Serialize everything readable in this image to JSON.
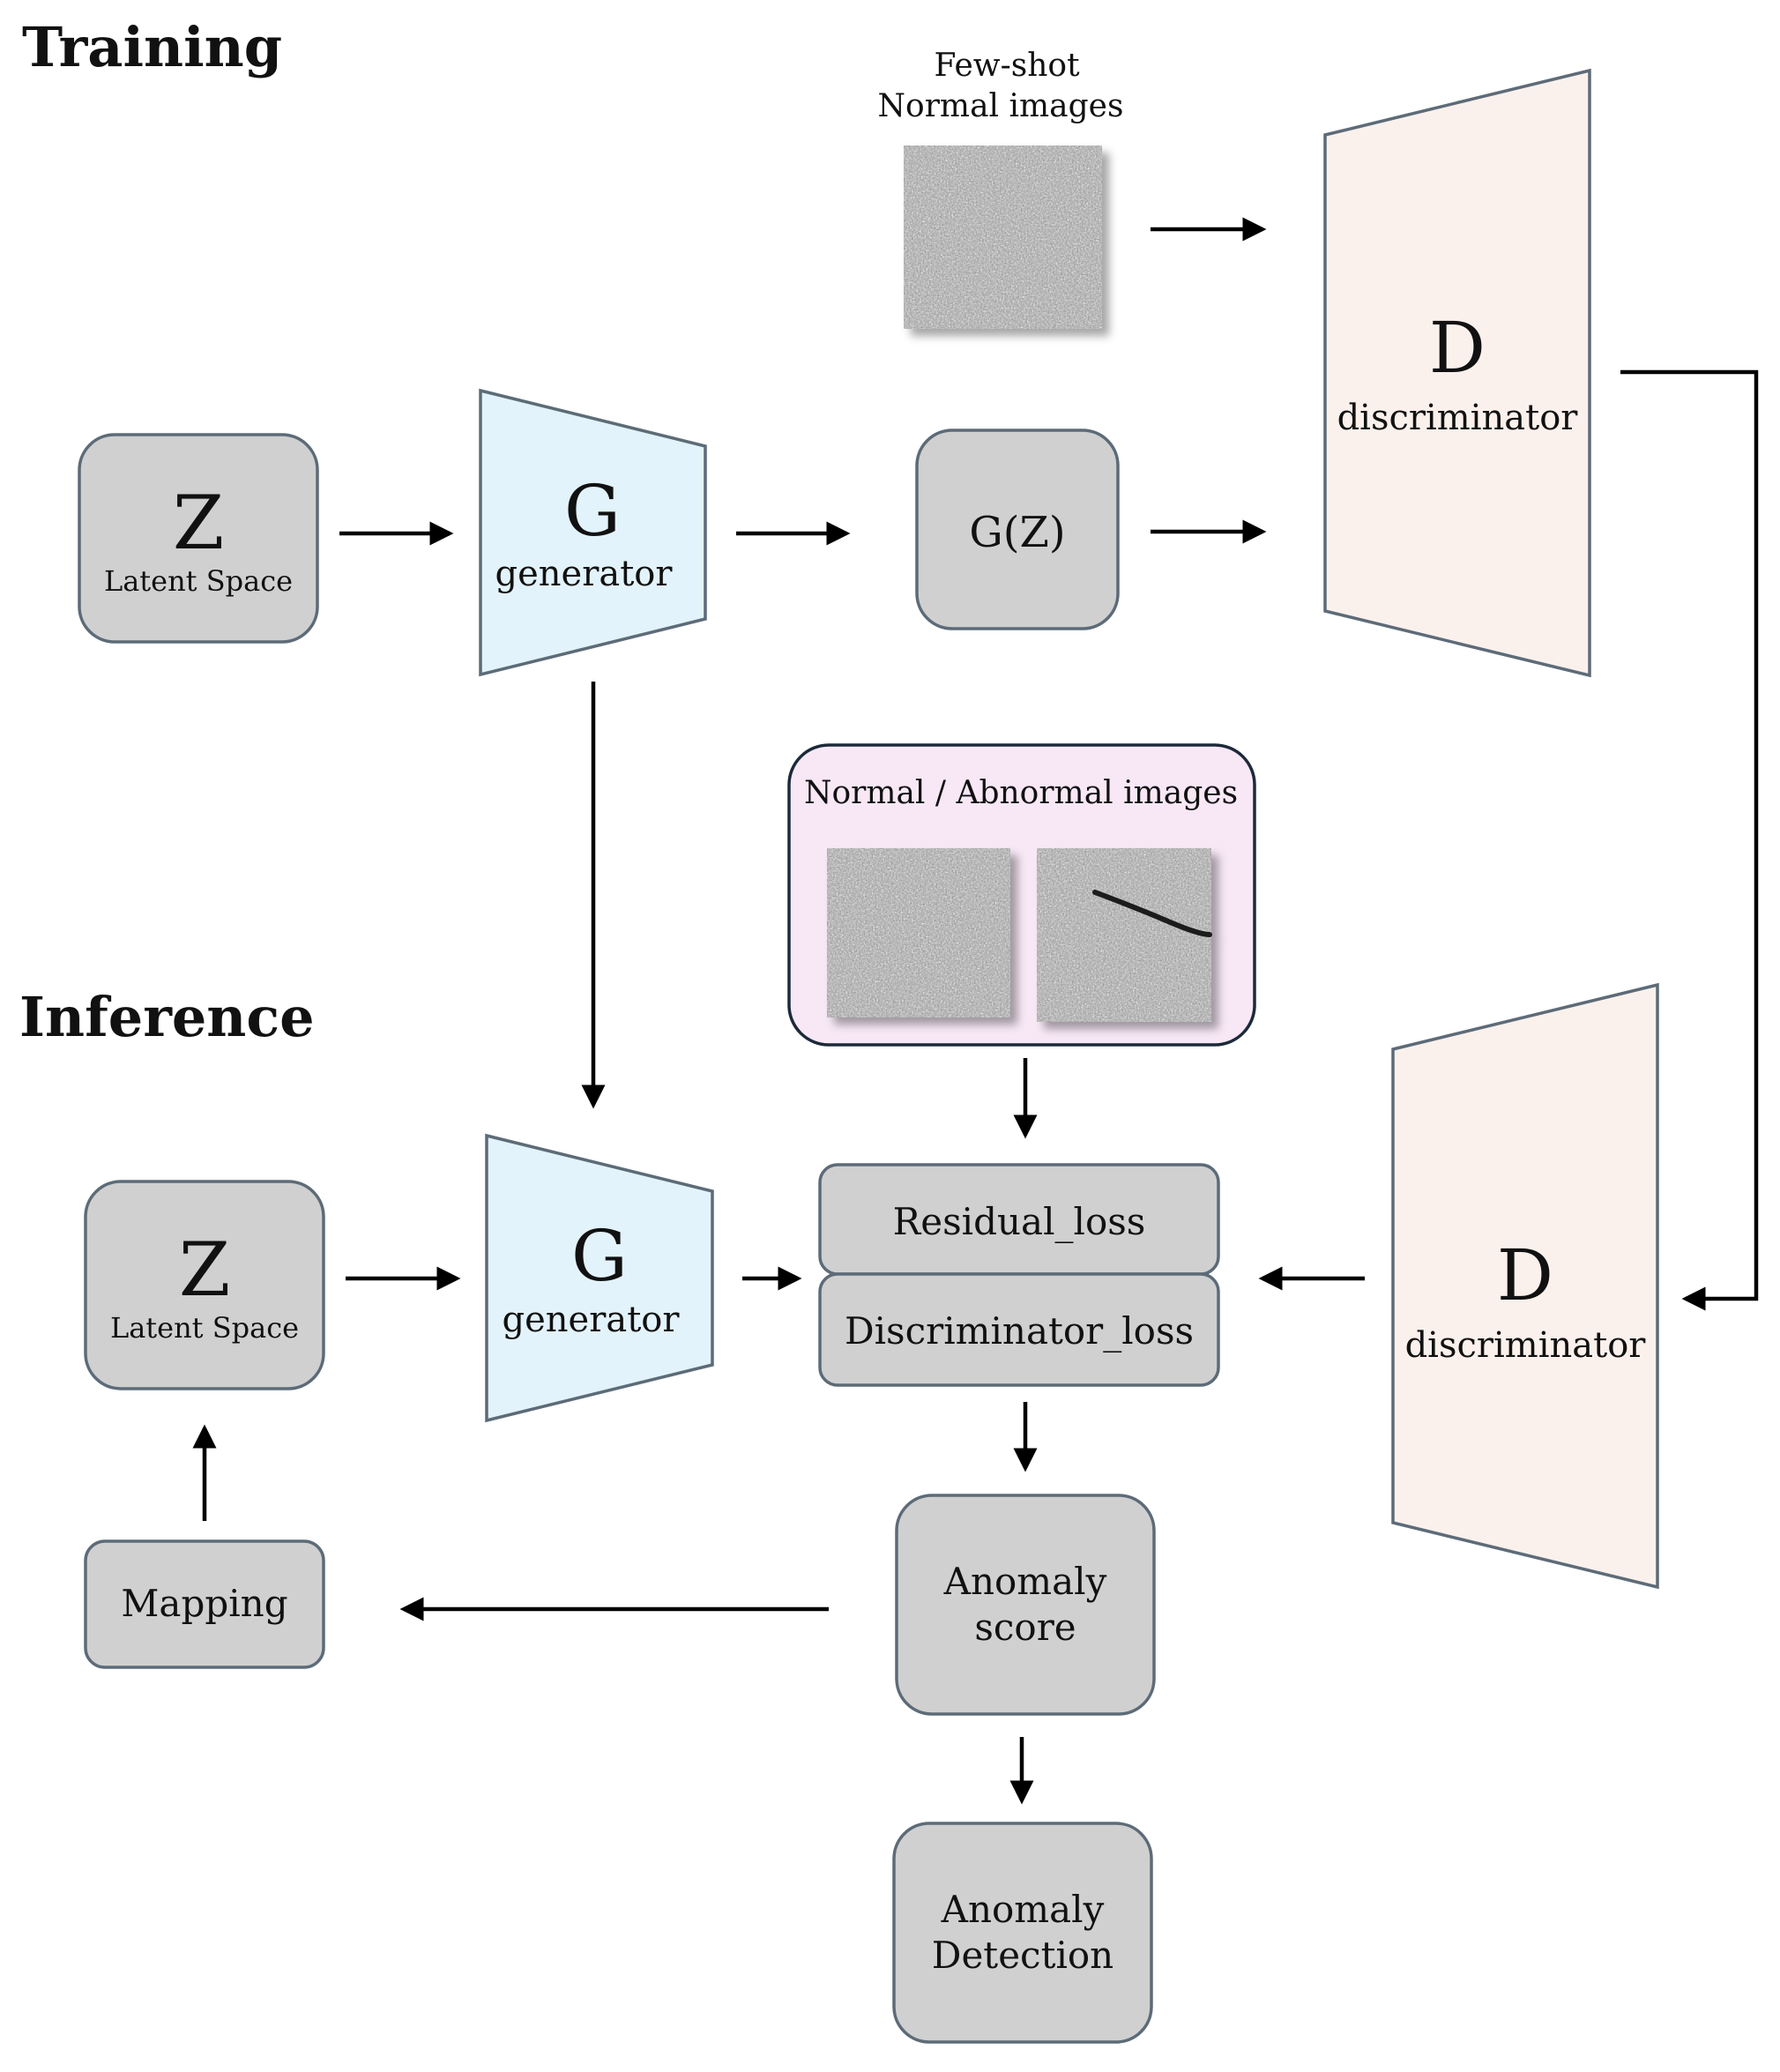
{
  "sections": {
    "training": "Training",
    "inference": "Inference"
  },
  "training": {
    "few_shot_line1": "Few-shot",
    "few_shot_line2": "Normal images",
    "latent_symbol": "Z",
    "latent_label": "Latent Space",
    "generator_symbol": "G",
    "generator_label": "generator",
    "gz_label": "G(Z)",
    "discriminator_symbol": "D",
    "discriminator_label": "discriminator"
  },
  "inference": {
    "images_panel_title": "Normal / Abnormal images",
    "latent_symbol": "Z",
    "latent_label": "Latent Space",
    "generator_symbol": "G",
    "generator_label": "generator",
    "residual_loss": "Residual_loss",
    "discriminator_loss": "Discriminator_loss",
    "discriminator_symbol": "D",
    "discriminator_label": "discriminator",
    "mapping": "Mapping",
    "anomaly_score_line1": "Anomaly",
    "anomaly_score_line2": "score",
    "anomaly_detection_line1": "Anomaly",
    "anomaly_detection_line2": "Detection"
  },
  "colors": {
    "box_fill": "#d0d0d0",
    "generator_fill": "#e3f3fb",
    "discriminator_fill": "#fbf1ec",
    "panel_fill": "#f8e8f6",
    "stroke": "#5d6b78"
  }
}
